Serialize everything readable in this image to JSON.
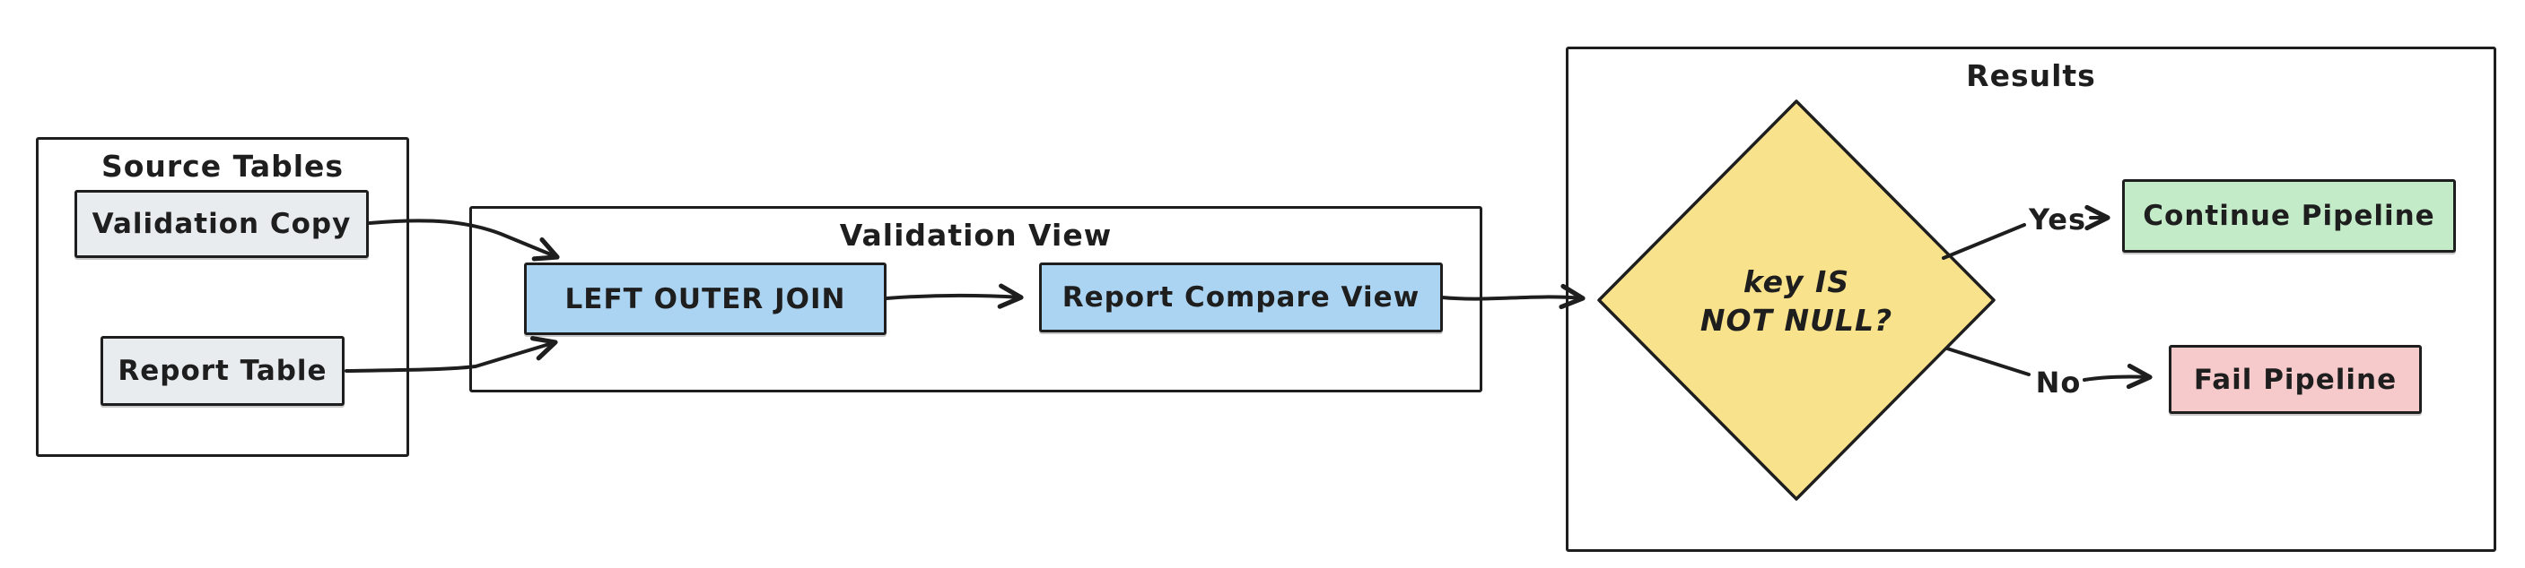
{
  "colors": {
    "stroke": "#1e1e1e",
    "canvas": "#ffffff",
    "box_gray": "#e9ecef",
    "box_blue": "#abd4f3",
    "diamond_yellow": "#f9e28c",
    "box_green": "#c3ebc8",
    "box_pink": "#f6c9cb"
  },
  "groups": {
    "source_tables": {
      "title": "Source Tables"
    },
    "validation_view": {
      "title": "Validation View"
    },
    "results": {
      "title": "Results"
    }
  },
  "nodes": {
    "validation_copy": {
      "label": "Validation Copy"
    },
    "report_table": {
      "label": "Report Table"
    },
    "left_outer_join": {
      "label": "LEFT OUTER JOIN"
    },
    "report_compare_view": {
      "label": "Report Compare View"
    },
    "decision": {
      "line1": "key IS",
      "line2": "NOT NULL?"
    },
    "continue_pipeline": {
      "label": "Continue Pipeline"
    },
    "fail_pipeline": {
      "label": "Fail Pipeline"
    }
  },
  "edges": {
    "yes_label": "Yes",
    "no_label": "No"
  }
}
